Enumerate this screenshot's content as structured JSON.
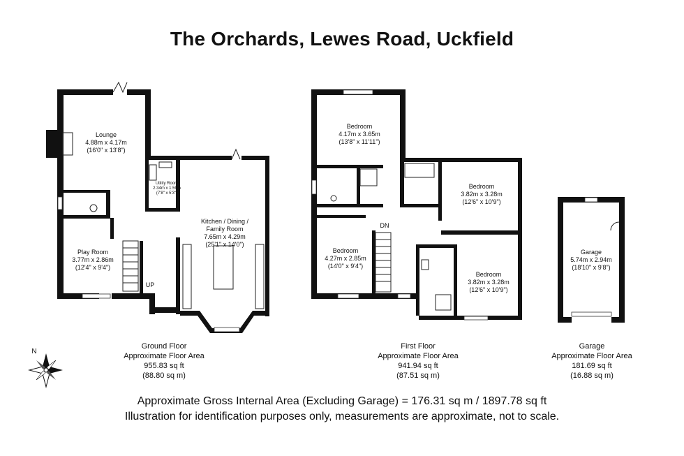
{
  "title": "The Orchards, Lewes Road, Uckfield",
  "rooms": {
    "lounge": {
      "name": "Lounge",
      "metric": "4.88m x 4.17m",
      "imperial": "(16'0\" x 13'8\")"
    },
    "utility": {
      "name": "Utility Room",
      "metric": "2.34m x 1.59m",
      "imperial": "(7'8\" x 5'3\")"
    },
    "kitchen": {
      "name1": "Kitchen / Dining /",
      "name2": "Family Room",
      "metric": "7.65m x 4.29m",
      "imperial": "(25'1\" x 14'0\")"
    },
    "playroom": {
      "name": "Play Room",
      "metric": "3.77m x 2.86m",
      "imperial": "(12'4\" x 9'4\")"
    },
    "bedroom1": {
      "name": "Bedroom",
      "metric": "4.17m x 3.65m",
      "imperial": "(13'8\" x 11'11\")"
    },
    "bedroom2": {
      "name": "Bedroom",
      "metric": "3.82m x 3.28m",
      "imperial": "(12'6\" x 10'9\")"
    },
    "bedroom3": {
      "name": "Bedroom",
      "metric": "4.27m x 2.85m",
      "imperial": "(14'0\" x 9'4\")"
    },
    "bedroom4": {
      "name": "Bedroom",
      "metric": "3.82m x 3.28m",
      "imperial": "(12'6\" x 10'9\")"
    },
    "garage": {
      "name": "Garage",
      "metric": "5.74m x 2.94m",
      "imperial": "(18'10\" x 9'8\")"
    }
  },
  "stairs": {
    "up": "UP",
    "down": "DN"
  },
  "compass": {
    "north": "N"
  },
  "floors": {
    "ground": {
      "name": "Ground Floor",
      "label": "Approximate Floor Area",
      "sqft": "955.83 sq ft",
      "sqm": "(88.80 sq m)"
    },
    "first": {
      "name": "First Floor",
      "label": "Approximate Floor Area",
      "sqft": "941.94 sq ft",
      "sqm": "(87.51 sq m)"
    },
    "garage": {
      "name": "Garage",
      "label": "Approximate Floor Area",
      "sqft": "181.69 sq ft",
      "sqm": "(16.88 sq m)"
    }
  },
  "footer": {
    "line1": "Approximate Gross Internal Area (Excluding Garage) = 176.31 sq m / 1897.78 sq ft",
    "line2": "Illustration for identification purposes only, measurements are approximate, not to scale."
  },
  "colors": {
    "wall": "#111111",
    "background": "#ffffff"
  }
}
